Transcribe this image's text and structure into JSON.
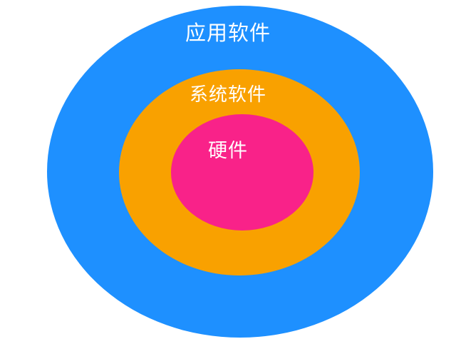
{
  "diagram": {
    "type": "concentric-ellipses",
    "background_color": "#ffffff",
    "label_color": "#ffffff",
    "layers": [
      {
        "id": "outer",
        "label": "应用软件",
        "color": "#1e90ff",
        "color_name": "blue",
        "level": 1
      },
      {
        "id": "middle",
        "label": "系统软件",
        "color": "#f9a100",
        "color_name": "orange",
        "level": 2
      },
      {
        "id": "inner",
        "label": "硬件",
        "color": "#f92289",
        "color_name": "pink",
        "level": 3
      }
    ]
  }
}
